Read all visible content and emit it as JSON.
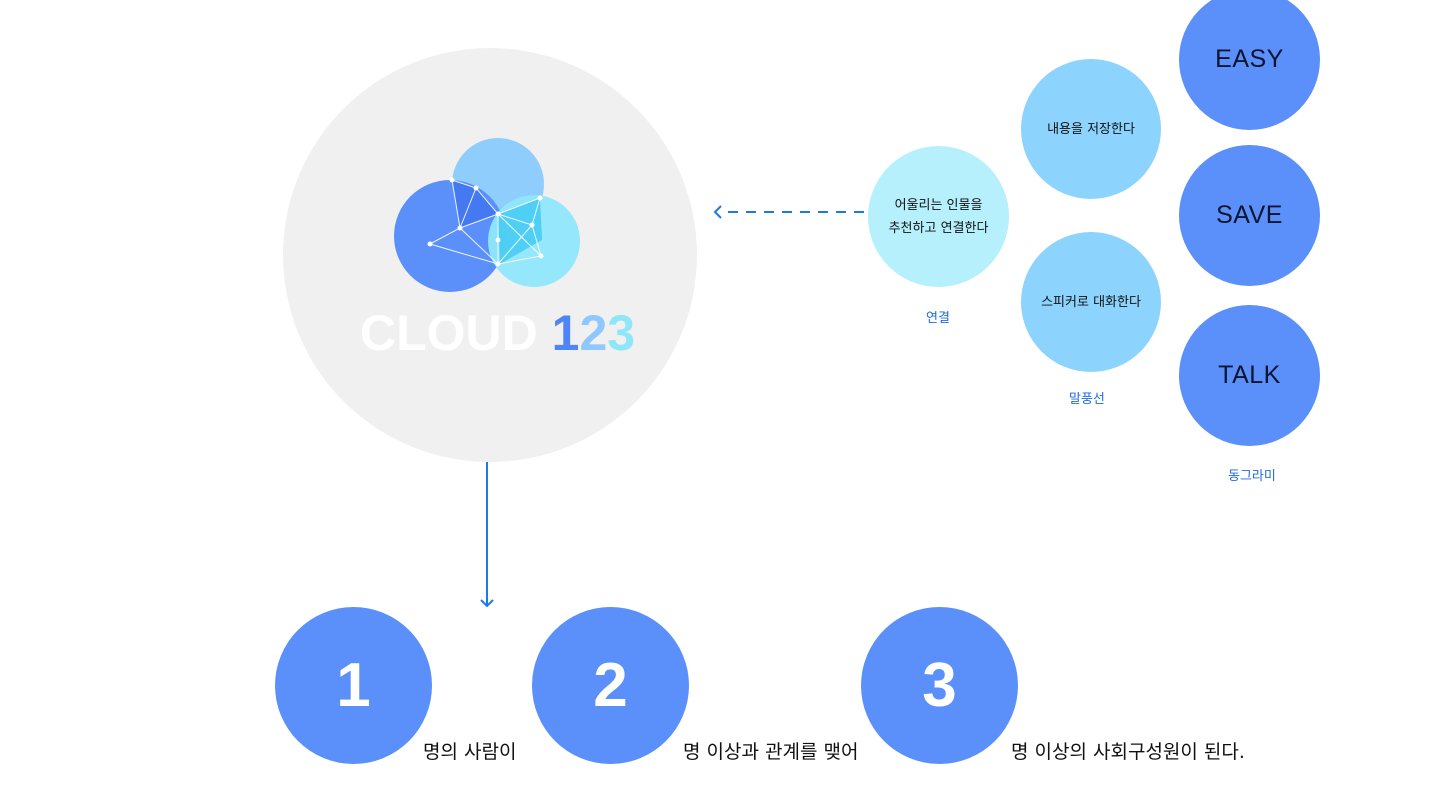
{
  "logo": {
    "word": "CLOUD",
    "digits": [
      "1",
      "2",
      "3"
    ]
  },
  "connect_circle": {
    "lines": [
      "어울리는 인물을",
      "추천하고 연결한다"
    ],
    "caption": "연결"
  },
  "features": {
    "save_content": "내용을 저장한다",
    "sticker_talk": "스피커로 대화한다",
    "sticker_caption": "말풍선"
  },
  "keywords": {
    "items": [
      "EASY",
      "SAVE",
      "TALK"
    ],
    "caption": "동그라미"
  },
  "steps": [
    {
      "number": "1",
      "text": "명의 사람이"
    },
    {
      "number": "2",
      "text": "명 이상과 관계를 맺어"
    },
    {
      "number": "3",
      "text": "명 이상의 사회구성원이 된다."
    }
  ],
  "colors": {
    "primary": "#5b8ff9",
    "light": "#8cd3fd",
    "pale": "#b6f0fd",
    "accent": "#1e6be6"
  }
}
